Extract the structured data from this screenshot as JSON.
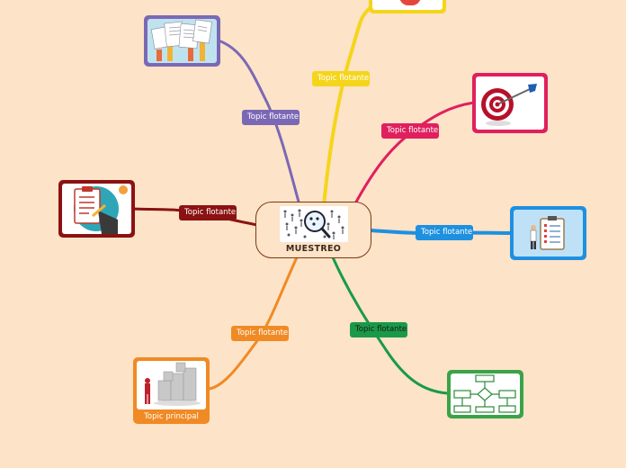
{
  "central_topic": {
    "title": "MUESTREO"
  },
  "topics": [
    {
      "id": "top",
      "label": "Topic flotante",
      "color": "#f5d51a",
      "text_color": "#ffffff"
    },
    {
      "id": "top-left",
      "label": "Topic flotante",
      "color": "#7b68b5",
      "text_color": "#ffffff"
    },
    {
      "id": "upper-right",
      "label": "Topic flotante",
      "color": "#e0205e",
      "text_color": "#ffffff"
    },
    {
      "id": "left",
      "label": "Topic flotante",
      "color": "#8b1212",
      "text_color": "#ffffff"
    },
    {
      "id": "right",
      "label": "Topic flotante",
      "color": "#1e90e0",
      "text_color": "#ffffff"
    },
    {
      "id": "lower-left",
      "label": "Topic flotante",
      "color": "#f08a24",
      "text_color": "#ffffff"
    },
    {
      "id": "lower-right",
      "label": "Topic flotante",
      "color": "#1a9a48",
      "text_color": "#ffffff"
    }
  ],
  "main_topic_card": {
    "label": "Topic principal"
  },
  "icons": {
    "center": "magnifier-population-icon",
    "top": "document-icon",
    "top_left": "documents-chart-icon",
    "upper_right": "target-dart-icon",
    "left": "clipboard-writing-icon",
    "right": "checklist-person-icon",
    "lower_left": "puzzle-person-icon",
    "lower_right": "flowchart-icon"
  }
}
